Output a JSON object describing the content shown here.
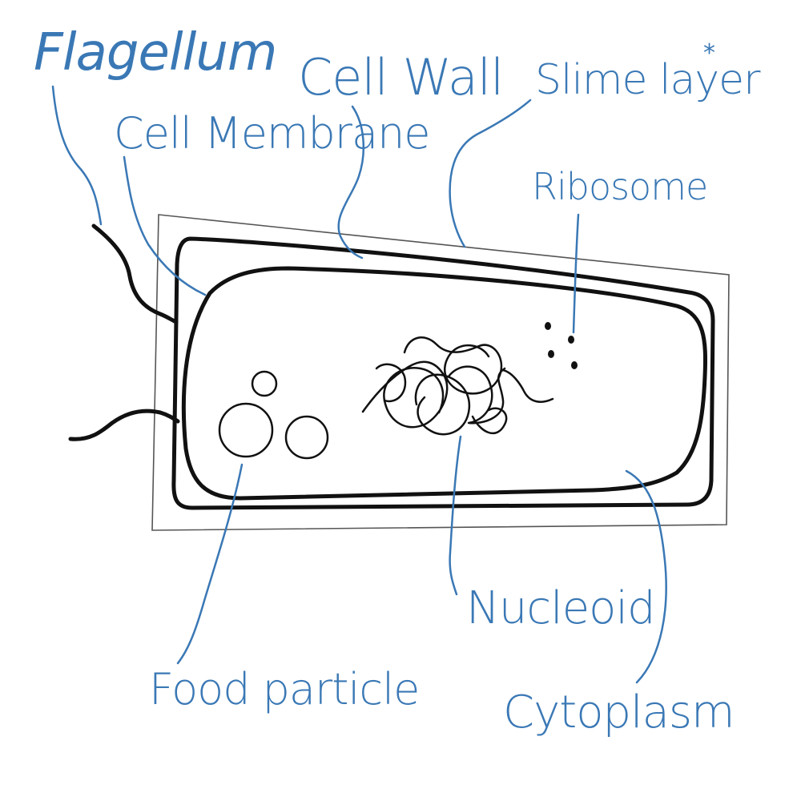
{
  "colors": {
    "label": "#3a78b5",
    "ink": "#111111",
    "slime_box": "#555555"
  },
  "labels": {
    "flagellum": "Flagellum",
    "cell_wall": "Cell Wall",
    "slime_layer": "Slime layer",
    "slime_layer_mark": "*",
    "cell_membrane": "Cell Membrane",
    "ribosome": "Ribosome",
    "nucleoid": "Nucleoid",
    "food_particle": "Food particle",
    "cytoplasm": "Cytoplasm"
  }
}
